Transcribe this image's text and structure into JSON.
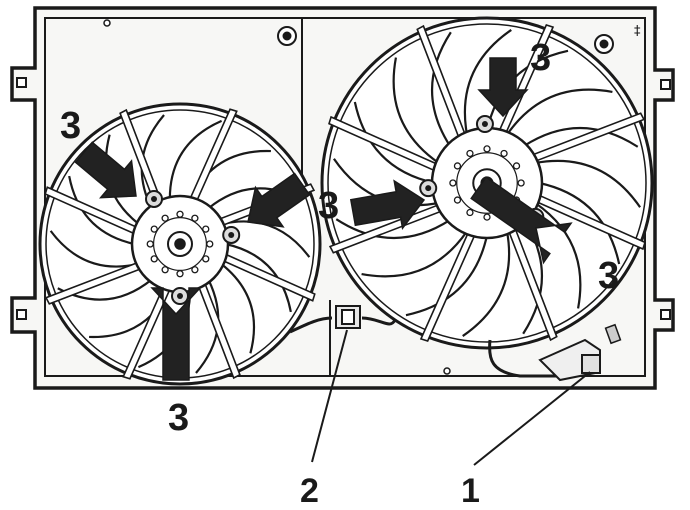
{
  "diagram": {
    "callouts": {
      "bolt_label": "3",
      "connector_right_label": "1",
      "connector_left_label": "2"
    },
    "colors": {
      "line": "#1a1a1a",
      "frame_fill": "#f7f7f5",
      "arrow_fill": "#222222",
      "hub_fill": "#ffffff"
    }
  }
}
